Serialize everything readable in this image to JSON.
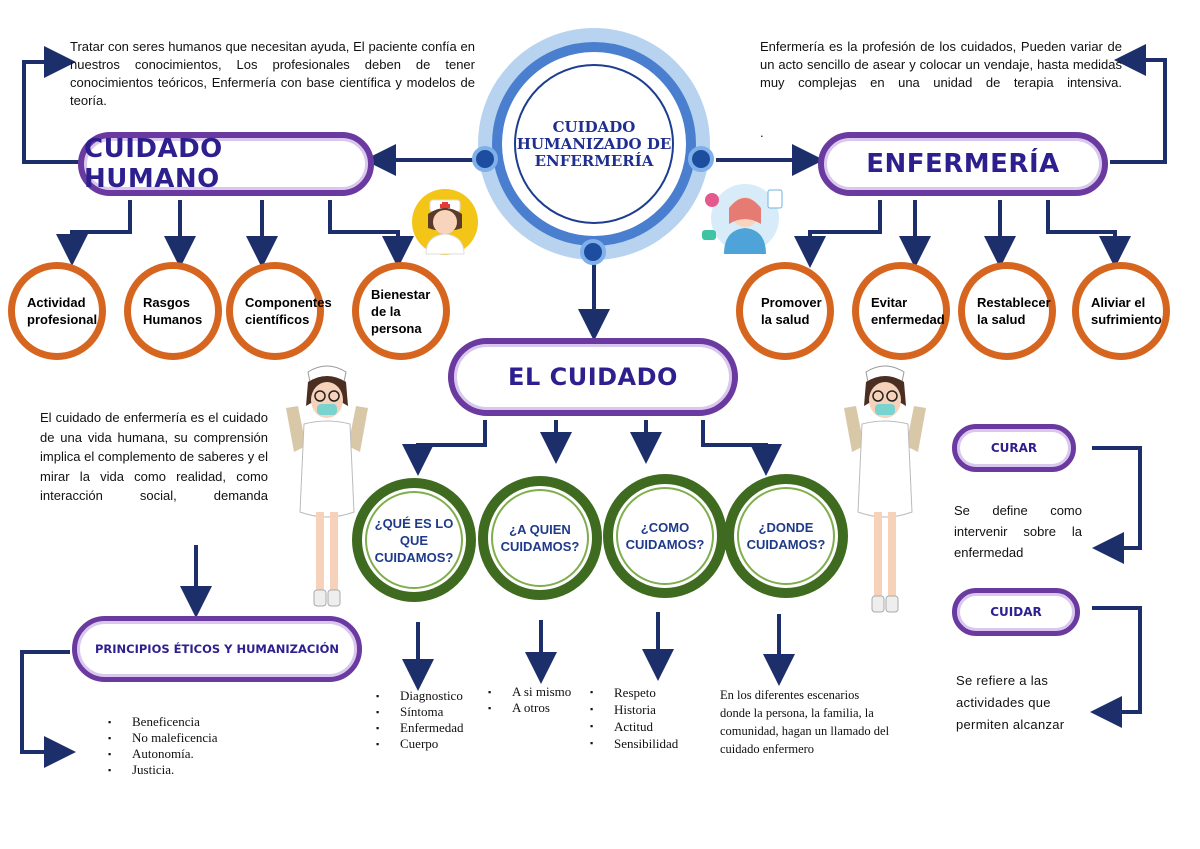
{
  "center": {
    "title": "CUIDADO HUMANIZADO DE ENFERMERÍA"
  },
  "left": {
    "title": "CUIDADO HUMANO",
    "description": "Tratar con seres humanos que necesitan ayuda, El paciente confía en nuestros conocimientos, Los profesionales deben de tener conocimientos teóricos, Enfermería con base científica y modelos de teoría.",
    "circles": [
      "Actividad profesional",
      "Rasgos Humanos",
      "Componentes científicos",
      "Bienestar de la persona"
    ]
  },
  "right": {
    "title": "ENFERMERÍA",
    "description": "Enfermería es la profesión de los cuidados, Pueden variar de un acto sencillo de asear y colocar un vendaje, hasta medidas muy complejas en una unidad de terapia intensiva.",
    "dot": ".",
    "circles": [
      "Promover la salud",
      "Evitar enfermedad",
      "Restablecer la salud",
      "Aliviar el sufrimiento"
    ]
  },
  "cuidado": {
    "title": "EL CUIDADO",
    "questions": [
      "¿QUÉ ES LO QUE CUIDAMOS?",
      "¿A QUIEN CUIDAMOS?",
      "¿COMO CUIDAMOS?",
      "¿DONDE CUIDAMOS?"
    ],
    "answers_que": [
      "Diagnostico",
      "Síntoma",
      "Enfermedad",
      "Cuerpo"
    ],
    "answers_quien": [
      "A si mismo",
      "A otros"
    ],
    "answers_como": [
      "Respeto",
      "Historia",
      "Actitud",
      "Sensibilidad"
    ],
    "answer_donde": "En los diferentes escenarios donde la persona, la familia, la comunidad, hagan un llamado del cuidado enfermero"
  },
  "humanizacion": {
    "description": "El cuidado de enfermería es el cuidado de una vida humana, su comprensión implica el complemento de saberes y el mirar la vida como realidad, como interacción social, demanda",
    "title": "PRINCIPIOS ÉTICOS Y HUMANIZACIÓN",
    "principles": [
      "Beneficencia",
      "No maleficencia",
      "Autonomía.",
      "Justicia."
    ]
  },
  "curar": {
    "title": "CURAR",
    "description": "Se define como intervenir sobre la enfermedad"
  },
  "cuidar": {
    "title": "CUIDAR",
    "description": "Se refiere a las actividades que permiten alcanzar"
  },
  "colors": {
    "purple": "#6a3aa0",
    "orange": "#d6661f",
    "green": "#3f6b20",
    "navy": "#1d2f6b"
  }
}
